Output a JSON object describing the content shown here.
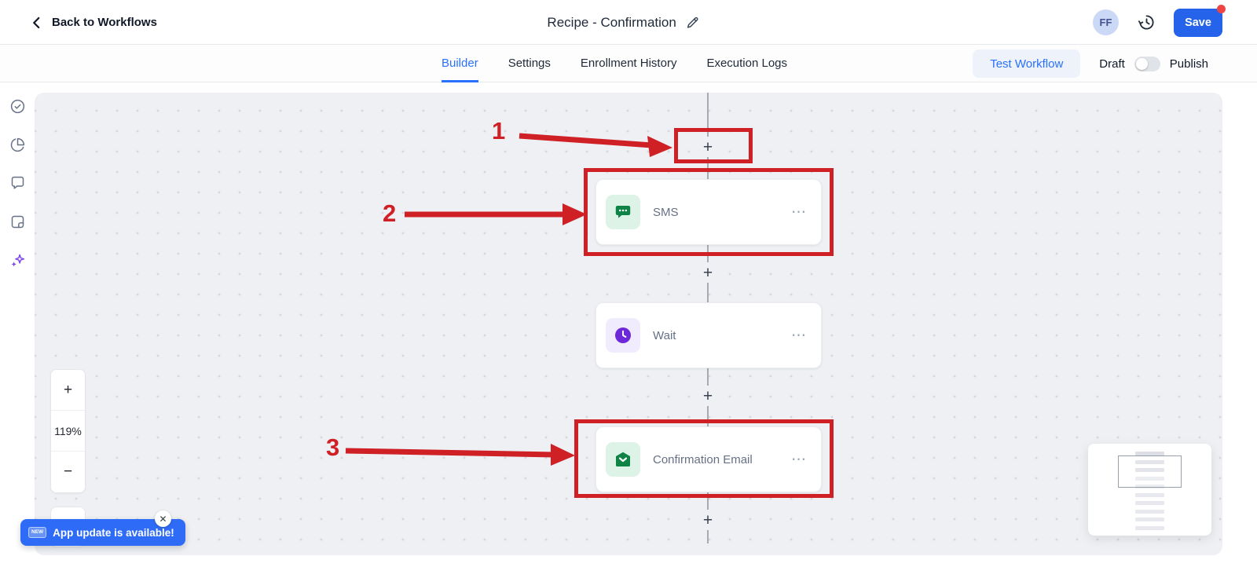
{
  "header": {
    "back_label": "Back to Workflows",
    "title": "Recipe - Confirmation",
    "avatar_initials": "FF",
    "save_label": "Save"
  },
  "tabs": {
    "items": [
      {
        "label": "Builder",
        "active": true
      },
      {
        "label": "Settings",
        "active": false
      },
      {
        "label": "Enrollment History",
        "active": false
      },
      {
        "label": "Execution Logs",
        "active": false
      }
    ],
    "test_workflow_label": "Test Workflow",
    "draft_label": "Draft",
    "publish_label": "Publish",
    "publish_toggle_state": "off"
  },
  "workflow": {
    "nodes": [
      {
        "label": "SMS",
        "icon": "sms-icon",
        "highlighted": true
      },
      {
        "label": "Wait",
        "icon": "clock-icon",
        "highlighted": false
      },
      {
        "label": "Confirmation Email",
        "icon": "email-icon",
        "highlighted": true
      }
    ],
    "annotations": [
      "1",
      "2",
      "3"
    ]
  },
  "zoom_controls": {
    "zoom_level": "119%"
  },
  "notification": {
    "badge": "NEW",
    "message": "App update is available!"
  },
  "icons": {
    "plus": "+",
    "minus": "−",
    "ellipsis": "⋯",
    "close": "✕"
  },
  "colors": {
    "accent_blue": "#2970ff",
    "save_blue": "#2563eb",
    "annotation_red": "#cf2026",
    "node_green": "#0e8345",
    "node_green_bg": "#ddf3e8",
    "node_purple": "#6d28d9",
    "node_purple_bg": "#f1ecfd",
    "canvas_bg": "#eef0f3",
    "notification_blue": "#2e6bf6",
    "alert_red": "#ef4444"
  }
}
